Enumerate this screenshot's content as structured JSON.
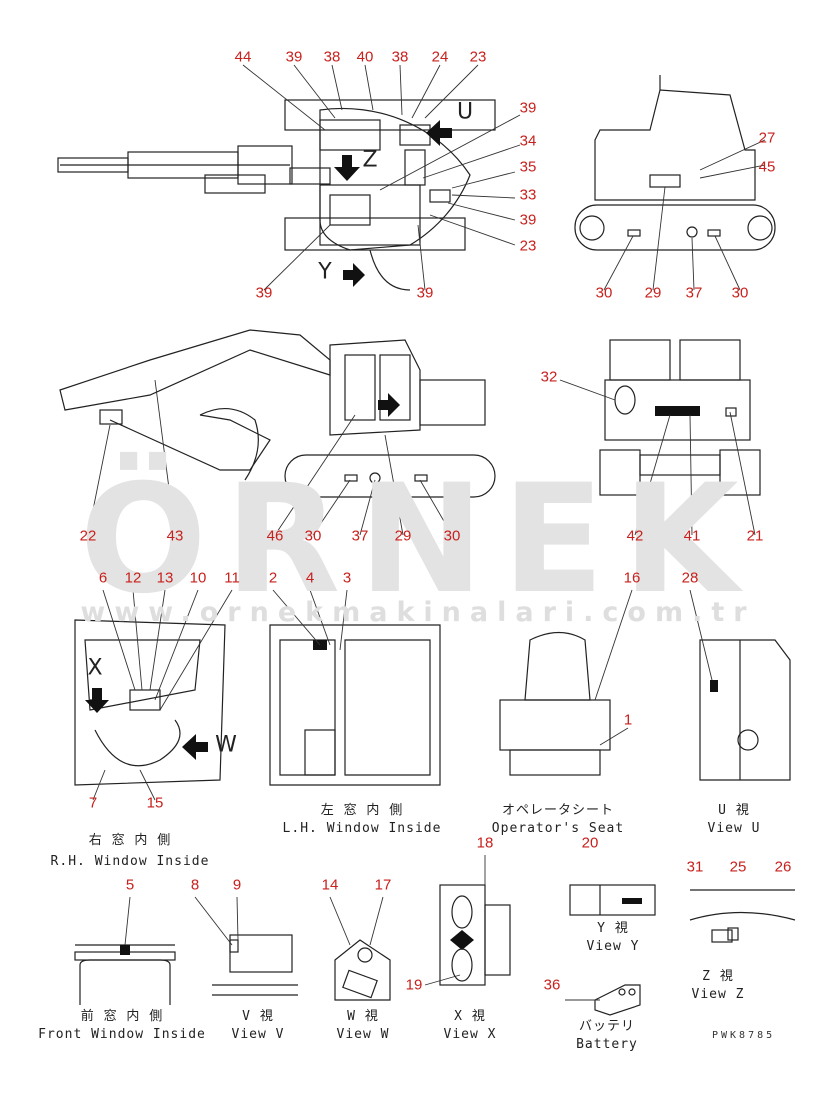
{
  "watermark": {
    "brand": "ÖRNEK",
    "url": "www.ornekmakinalari.com.tr"
  },
  "drawing_code": "PWK8785",
  "callouts": [
    {
      "id": "c44a",
      "text": "44"
    },
    {
      "id": "c39a",
      "text": "39"
    },
    {
      "id": "c38a",
      "text": "38"
    },
    {
      "id": "c40",
      "text": "40"
    },
    {
      "id": "c38b",
      "text": "38"
    },
    {
      "id": "c24",
      "text": "24"
    },
    {
      "id": "c23a",
      "text": "23"
    },
    {
      "id": "c39b",
      "text": "39"
    },
    {
      "id": "c34",
      "text": "34"
    },
    {
      "id": "c35",
      "text": "35"
    },
    {
      "id": "c33",
      "text": "33"
    },
    {
      "id": "c39c",
      "text": "39"
    },
    {
      "id": "c23b",
      "text": "23"
    },
    {
      "id": "c39d",
      "text": "39"
    },
    {
      "id": "c39e",
      "text": "39"
    },
    {
      "id": "c27",
      "text": "27"
    },
    {
      "id": "c45",
      "text": "45"
    },
    {
      "id": "c30a",
      "text": "30"
    },
    {
      "id": "c29a",
      "text": "29"
    },
    {
      "id": "c37a",
      "text": "37"
    },
    {
      "id": "c30b",
      "text": "30"
    },
    {
      "id": "c32",
      "text": "32"
    },
    {
      "id": "c22",
      "text": "22"
    },
    {
      "id": "c43",
      "text": "43"
    },
    {
      "id": "c46",
      "text": "46"
    },
    {
      "id": "c30c",
      "text": "30"
    },
    {
      "id": "c37b",
      "text": "37"
    },
    {
      "id": "c29b",
      "text": "29"
    },
    {
      "id": "c30d",
      "text": "30"
    },
    {
      "id": "c42",
      "text": "42"
    },
    {
      "id": "c41",
      "text": "41"
    },
    {
      "id": "c21",
      "text": "21"
    },
    {
      "id": "c6",
      "text": "6"
    },
    {
      "id": "c12",
      "text": "12"
    },
    {
      "id": "c13",
      "text": "13"
    },
    {
      "id": "c10",
      "text": "10"
    },
    {
      "id": "c11",
      "text": "11"
    },
    {
      "id": "c2",
      "text": "2"
    },
    {
      "id": "c4",
      "text": "4"
    },
    {
      "id": "c3",
      "text": "3"
    },
    {
      "id": "c16",
      "text": "16"
    },
    {
      "id": "c28",
      "text": "28"
    },
    {
      "id": "c1",
      "text": "1"
    },
    {
      "id": "c7",
      "text": "7"
    },
    {
      "id": "c15",
      "text": "15"
    },
    {
      "id": "c5",
      "text": "5"
    },
    {
      "id": "c8",
      "text": "8"
    },
    {
      "id": "c9",
      "text": "9"
    },
    {
      "id": "c14",
      "text": "14"
    },
    {
      "id": "c17",
      "text": "17"
    },
    {
      "id": "c18",
      "text": "18"
    },
    {
      "id": "c19",
      "text": "19"
    },
    {
      "id": "c20",
      "text": "20"
    },
    {
      "id": "c31",
      "text": "31"
    },
    {
      "id": "c25",
      "text": "25"
    },
    {
      "id": "c26",
      "text": "26"
    },
    {
      "id": "c36",
      "text": "36"
    }
  ],
  "view_letters": [
    {
      "id": "vl_U",
      "text": "U"
    },
    {
      "id": "vl_Z",
      "text": "Z"
    },
    {
      "id": "vl_Y",
      "text": "Y"
    },
    {
      "id": "vl_X",
      "text": "X"
    },
    {
      "id": "vl_W",
      "text": "W"
    }
  ],
  "captions": [
    {
      "id": "cap_rh",
      "jp": "右 窓 内 側",
      "en": "R.H. Window Inside"
    },
    {
      "id": "cap_lh",
      "jp": "左 窓 内 側",
      "en": "L.H. Window Inside"
    },
    {
      "id": "cap_seat",
      "jp": "オペレータシート",
      "en": "Operator's Seat"
    },
    {
      "id": "cap_u",
      "jp": "U  視",
      "en": "View U"
    },
    {
      "id": "cap_y",
      "jp": "Y  視",
      "en": "View Y"
    },
    {
      "id": "cap_z",
      "jp": "Z  視",
      "en": "View Z"
    },
    {
      "id": "cap_front",
      "jp": "前 窓 内 側",
      "en": "Front Window Inside"
    },
    {
      "id": "cap_v",
      "jp": "V  視",
      "en": "View V"
    },
    {
      "id": "cap_w",
      "jp": "W  視",
      "en": "View W"
    },
    {
      "id": "cap_x",
      "jp": "X  視",
      "en": "View X"
    },
    {
      "id": "cap_batt",
      "jp": "バッテリ",
      "en": "Battery"
    }
  ],
  "colors": {
    "callout": "#c8211d",
    "line": "#222222",
    "watermark": "#e3e3e3"
  }
}
